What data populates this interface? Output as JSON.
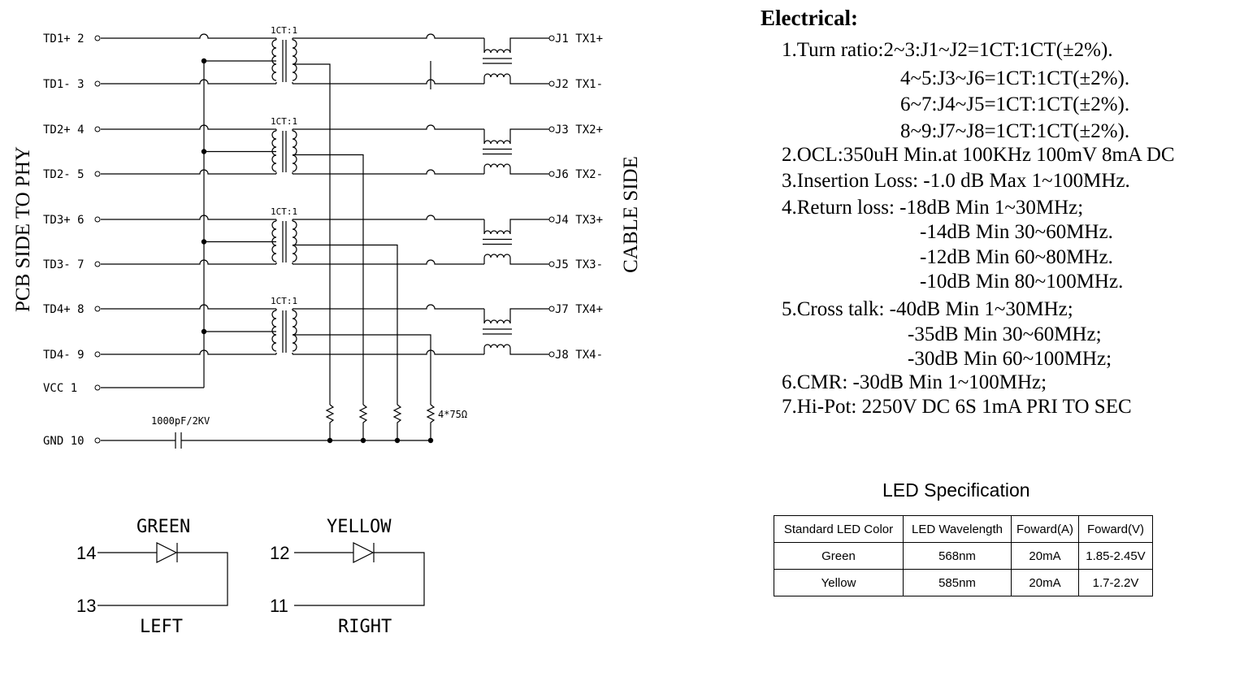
{
  "schematic": {
    "left_side_label": "PCB SIDE TO PHY",
    "right_side_label": "CABLE SIDE",
    "left_pins": [
      {
        "label": "TD1+ 2"
      },
      {
        "label": "TD1- 3"
      },
      {
        "label": "TD2+ 4"
      },
      {
        "label": "TD2- 5"
      },
      {
        "label": "TD3+ 6"
      },
      {
        "label": "TD3- 7"
      },
      {
        "label": "TD4+ 8"
      },
      {
        "label": "TD4- 9"
      },
      {
        "label": "VCC  1"
      },
      {
        "label": "GND 10"
      }
    ],
    "right_pins": [
      {
        "label": "J1 TX1+"
      },
      {
        "label": "J2 TX1-"
      },
      {
        "label": "J3 TX2+"
      },
      {
        "label": "J6 TX2-"
      },
      {
        "label": "J4 TX3+"
      },
      {
        "label": "J5 TX3-"
      },
      {
        "label": "J7 TX4+"
      },
      {
        "label": "J8 TX4-"
      }
    ],
    "transformer_ratio": "1CT:1",
    "capacitor_label": "1000pF/2KV",
    "resistor_label": "4*75Ω"
  },
  "led_diagram": {
    "left": {
      "pin_top": "14",
      "pin_bottom": "13",
      "color": "GREEN",
      "side": "LEFT"
    },
    "right": {
      "pin_top": "12",
      "pin_bottom": "11",
      "color": "YELLOW",
      "side": "RIGHT"
    }
  },
  "electrical": {
    "title": "Electrical:",
    "lines": [
      "1.Turn ratio:2~3:J1~J2=1CT:1CT(±2%).",
      "4~5:J3~J6=1CT:1CT(±2%).",
      "6~7:J4~J5=1CT:1CT(±2%).",
      "8~9:J7~J8=1CT:1CT(±2%).",
      "2.OCL:350uH Min.at 100KHz 100mV 8mA DC",
      "3.Insertion Loss: -1.0 dB Max 1~100MHz.",
      "4.Return loss: -18dB Min 1~30MHz;",
      "-14dB Min 30~60MHz.",
      "-12dB Min 60~80MHz.",
      "-10dB Min 80~100MHz.",
      "5.Cross talk: -40dB Min 1~30MHz;",
      "-35dB Min 30~60MHz;",
      "-30dB Min 60~100MHz;",
      "6.CMR: -30dB Min 1~100MHz;",
      "7.Hi-Pot: 2250V DC  6S 1mA PRI TO SEC"
    ]
  },
  "led_spec": {
    "title": "LED Specification",
    "headers": [
      "Standard LED Color",
      "LED Wavelength",
      "Foward(A)",
      "Foward(V)"
    ],
    "rows": [
      [
        "Green",
        "568nm",
        "20mA",
        "1.85-2.45V"
      ],
      [
        "Yellow",
        "585nm",
        "20mA",
        "1.7-2.2V"
      ]
    ]
  }
}
